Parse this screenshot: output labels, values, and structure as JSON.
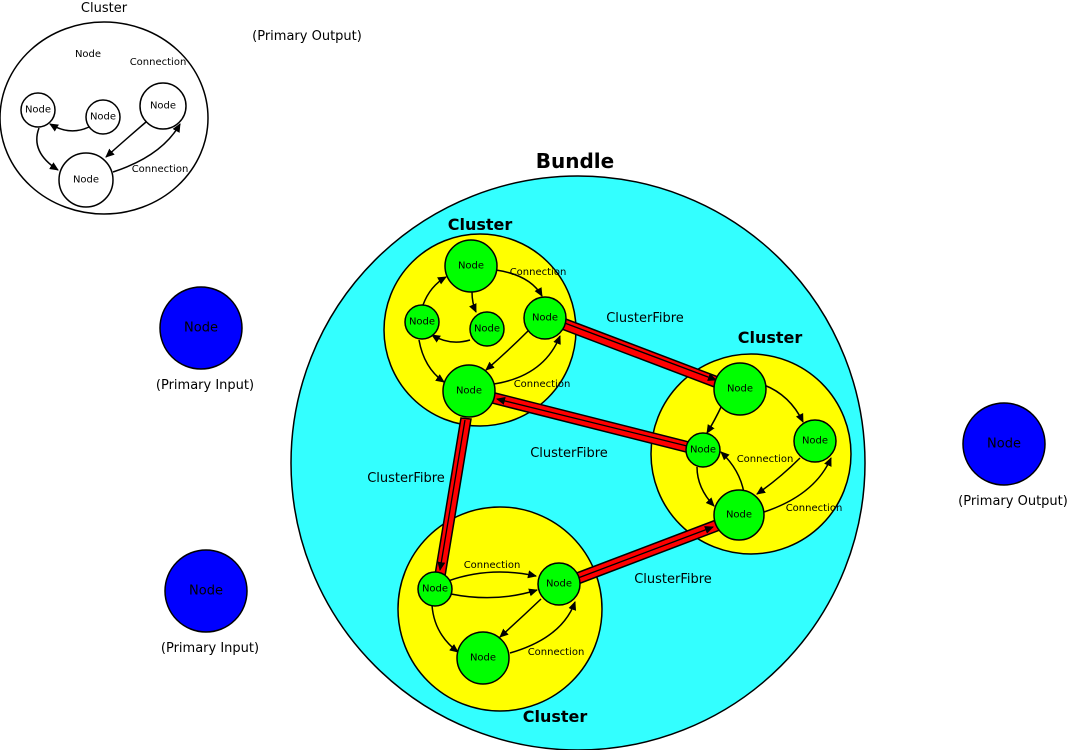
{
  "colors": {
    "bundle_fill": "#33ffff",
    "cluster_fill": "#ffff00",
    "node_fill": "#00ff00",
    "io_node_fill": "#0000ff",
    "fibre_fill": "#ff0000",
    "legend_fill": "#ffffff"
  },
  "legend": {
    "cluster_title": "Cluster",
    "node_label": "Node",
    "connection_label": "Connection",
    "primary_output_label": "(Primary Output)",
    "nodes": [
      "Node",
      "Node",
      "Node",
      "Node"
    ]
  },
  "bundle": {
    "title": "Bundle"
  },
  "clusters": [
    {
      "title": "Cluster",
      "nodes": [
        "Node",
        "Node",
        "Node",
        "Node"
      ],
      "connections": [
        "Connection",
        "Connection"
      ]
    },
    {
      "title": "Cluster",
      "nodes": [
        "Node",
        "Node",
        "Node",
        "Node"
      ],
      "connections": [
        "Connection",
        "Connection"
      ]
    },
    {
      "title": "Cluster",
      "nodes": [
        "Node",
        "Node",
        "Node"
      ],
      "connections": [
        "Connection",
        "Connection"
      ]
    }
  ],
  "fibres": [
    "ClusterFibre",
    "ClusterFibre",
    "ClusterFibre"
  ],
  "primary_inputs": [
    {
      "node": "Node",
      "label": "(Primary Input)"
    },
    {
      "node": "Node",
      "label": "(Primary Input)"
    }
  ],
  "primary_output": {
    "node": "Node",
    "label": "(Primary Output)"
  }
}
